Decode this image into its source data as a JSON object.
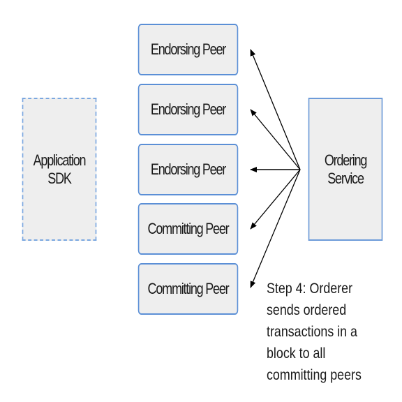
{
  "application_sdk": {
    "label": "Application SDK"
  },
  "peers": [
    {
      "label": "Endorsing Peer"
    },
    {
      "label": "Endorsing Peer"
    },
    {
      "label": "Endorsing Peer"
    },
    {
      "label": "Committing Peer"
    },
    {
      "label": "Committing Peer"
    }
  ],
  "ordering_service": {
    "label": "Ordering Service"
  },
  "step_note": {
    "text": "Step 4: Orderer sends ordered transactions in a block to all committing peers"
  },
  "colors": {
    "box_fill": "#eeeeee",
    "border_blue": "#5b8fd6",
    "dashed_blue": "#7aa7e0",
    "arrow": "#000000"
  }
}
